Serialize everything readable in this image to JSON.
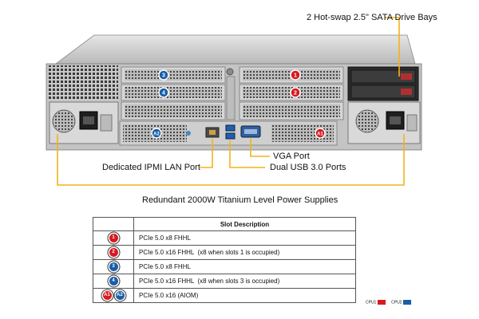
{
  "callouts": {
    "drive_bays": "2 Hot-swap 2.5\" SATA Drive Bays",
    "vga": "VGA Port",
    "usb": "Dual USB 3.0 Ports",
    "ipmi": "Dedicated IPMI LAN Port",
    "psu": "Redundant 2000W Titanium Level Power Supplies"
  },
  "slot_badges": {
    "s1": "1",
    "s2": "2",
    "s3": "3",
    "s4": "4",
    "a1": "A1",
    "a2": "A2"
  },
  "table": {
    "header": "Slot Description",
    "rows": [
      {
        "badges": [
          "1"
        ],
        "colors": [
          "#d71920"
        ],
        "desc": "PCIe 5.0 x8 FHHL"
      },
      {
        "badges": [
          "2"
        ],
        "colors": [
          "#d71920"
        ],
        "desc": "PCIe 5.0 x16 FHHL  (x8 when slots 1 is occupied)"
      },
      {
        "badges": [
          "3"
        ],
        "colors": [
          "#1a5ea8"
        ],
        "desc": "PCIe 5.0 x8 FHHL"
      },
      {
        "badges": [
          "4"
        ],
        "colors": [
          "#1a5ea8"
        ],
        "desc": "PCIe 5.0 x16 FHHL  (x8 when slots 3 is occupied)"
      },
      {
        "badges": [
          "A1",
          "A2"
        ],
        "colors": [
          "#d71920",
          "#1a5ea8"
        ],
        "desc": "PCIe 5.0 x16 (AIOM)"
      }
    ]
  },
  "legend": {
    "cpu1_label": "CPU1",
    "cpu1_color": "#d71920",
    "cpu2_label": "CPU2",
    "cpu2_color": "#1a5ea8"
  }
}
